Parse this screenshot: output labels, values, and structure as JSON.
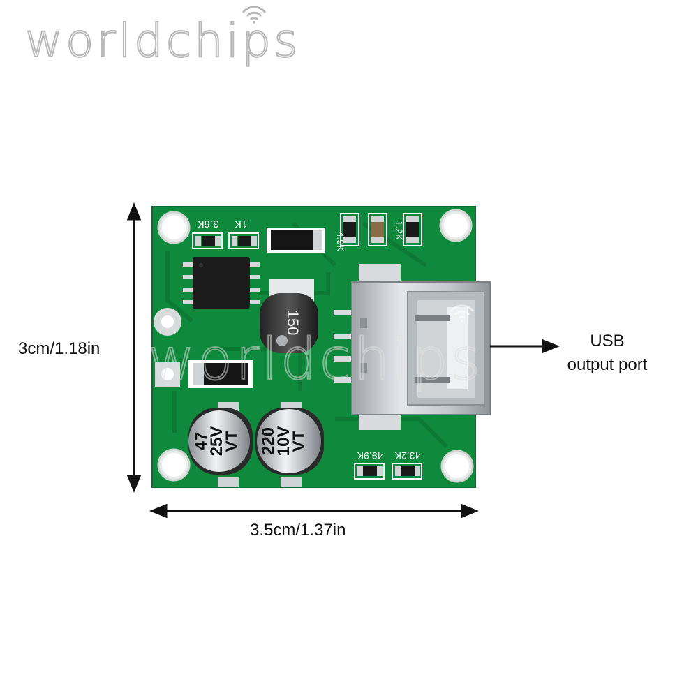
{
  "watermark": {
    "brand": "worldchips"
  },
  "dimensions": {
    "height": "3cm/1.18in",
    "width": "3.5cm/1.37in"
  },
  "callout": {
    "line1": "USB",
    "line2": "output port"
  },
  "silkscreen": {
    "r1": "3.6K",
    "r2": "1K",
    "r3": "4.9K",
    "r4": "1.2K",
    "r5": "49.9K",
    "r6": "43.2K",
    "inductor": "150",
    "cap1_a": "47",
    "cap1_b": "25V",
    "cap1_c": "VT",
    "cap2_a": "220",
    "cap2_b": "10V",
    "cap2_c": "VT"
  },
  "colors": {
    "pcb": "#0f8a3c",
    "pcb_dark": "#0a6b2c",
    "silk": "#ffffff"
  }
}
